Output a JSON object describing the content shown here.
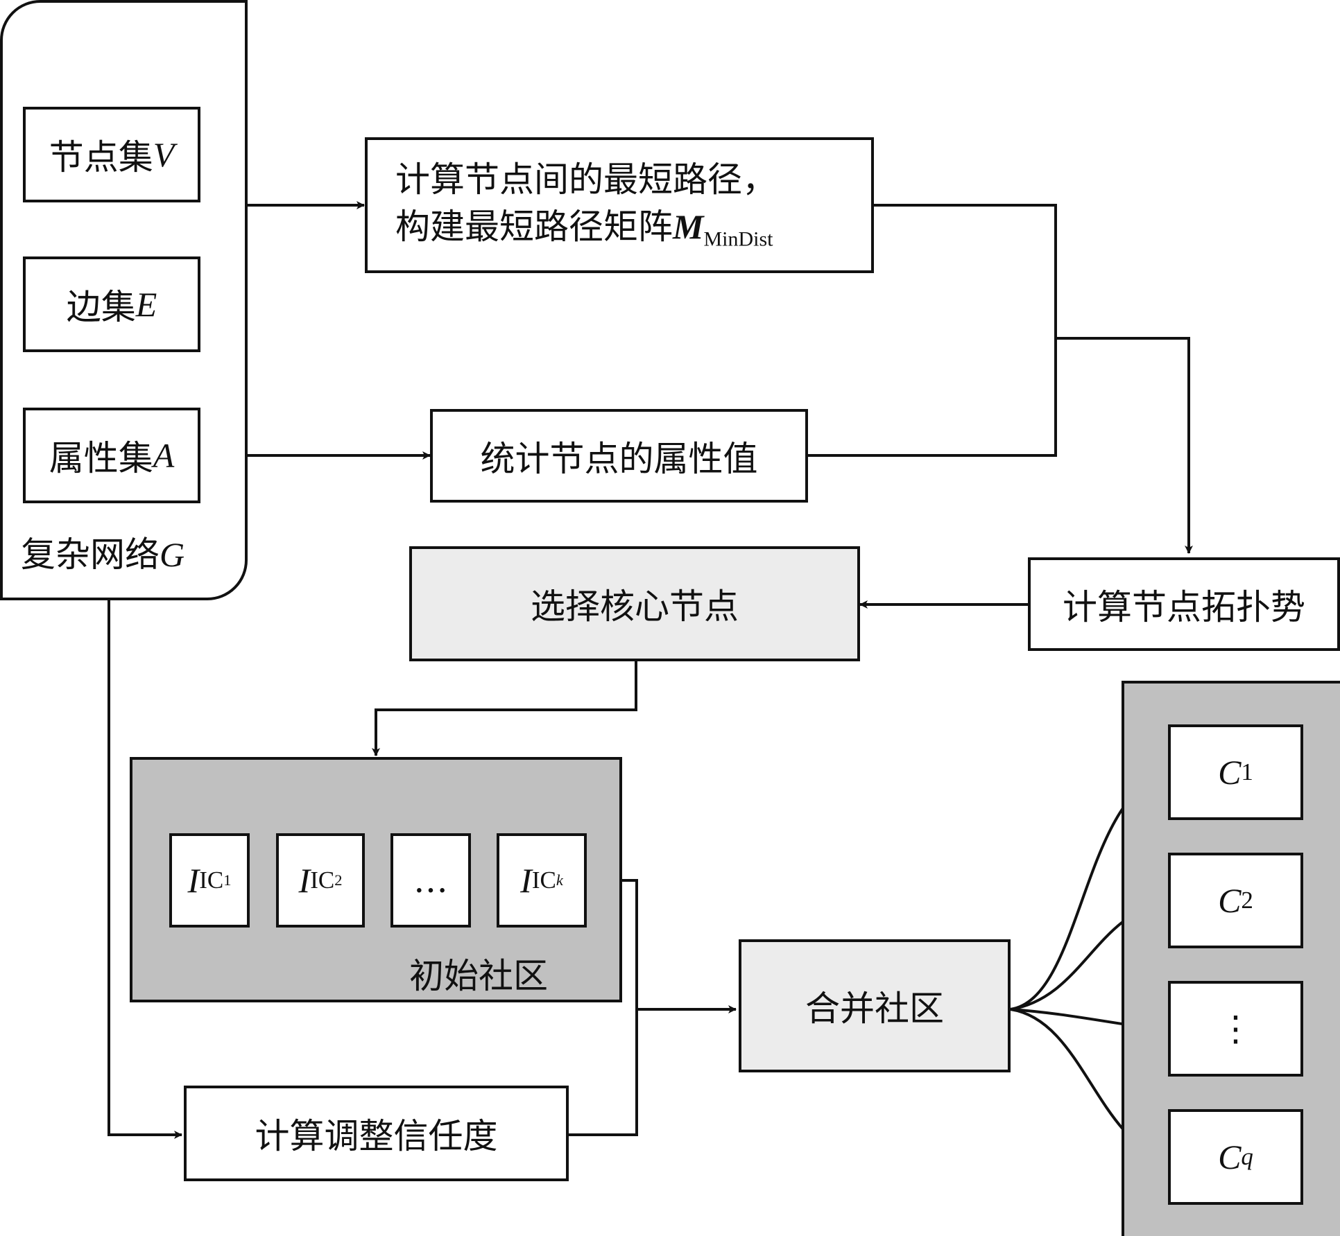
{
  "network": {
    "label": "复杂网络",
    "var": "G",
    "node_set": {
      "label": "节点集",
      "var": "V"
    },
    "edge_set": {
      "label": "边集",
      "var": "E"
    },
    "attr_set": {
      "label": "属性集",
      "var": "A"
    }
  },
  "shortest_path": {
    "line1": "计算节点间的最短路径，",
    "line2": "构建最短路径矩阵",
    "matrix_var": "M",
    "matrix_sub": "MinDist"
  },
  "attr_stats": {
    "label": "统计节点的属性值"
  },
  "topo_potential": {
    "label": "计算节点拓扑势"
  },
  "select_core": {
    "label": "选择核心节点"
  },
  "initial_communities": {
    "label": "初始社区",
    "items": [
      {
        "var": "I",
        "sub": "IC",
        "idx": "1"
      },
      {
        "var": "I",
        "sub": "IC",
        "idx": "2"
      },
      {
        "ellipsis": "…"
      },
      {
        "var": "I",
        "sub": "IC",
        "idx": "k"
      }
    ]
  },
  "merge": {
    "label": "合并社区"
  },
  "trust": {
    "label": "计算调整信任度"
  },
  "final_communities": {
    "items": [
      {
        "var": "C",
        "sub": "1"
      },
      {
        "var": "C",
        "sub": "2"
      },
      {
        "ellipsis": "⋮"
      },
      {
        "var": "C",
        "sub": "q"
      }
    ]
  }
}
